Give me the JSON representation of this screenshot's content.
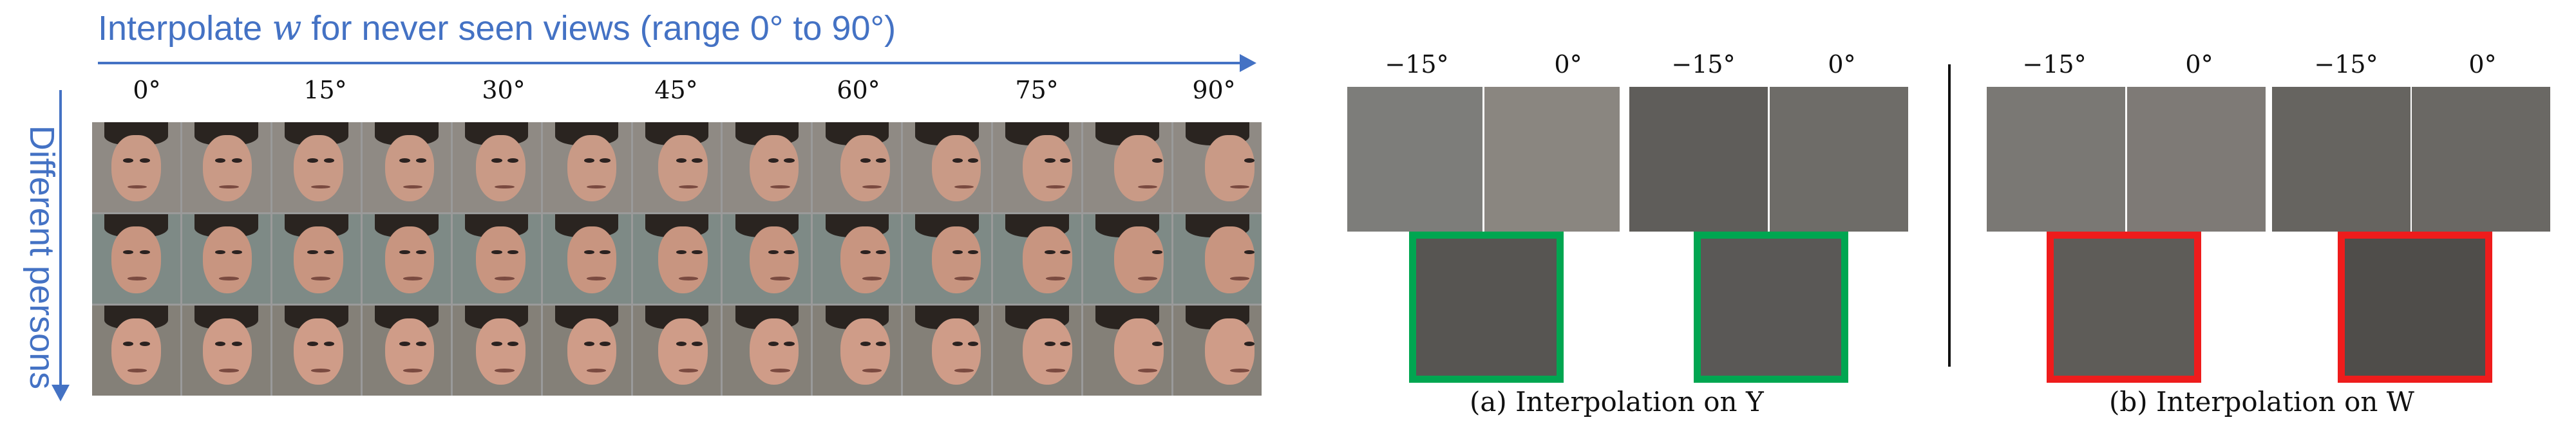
{
  "left_panel": {
    "title_prefix": "Interpolate ",
    "title_var": "w",
    "title_suffix": " for never seen views (range 0° to 90°)",
    "vertical_label": "Different persons",
    "angles": [
      "0°",
      "15°",
      "30°",
      "45°",
      "60°",
      "75°",
      "90°"
    ],
    "rows": 3,
    "columns": 13
  },
  "panel_a": {
    "angles": [
      "−15°",
      "0°",
      "−15°",
      "0°"
    ],
    "caption": "(a) Interpolation  on Y",
    "box_color": "#00a651"
  },
  "panel_b": {
    "angles": [
      "−15°",
      "0°",
      "−15°",
      "0°"
    ],
    "caption": "(b) Interpolation on W",
    "box_color": "#ee1c1c"
  },
  "colors": {
    "accent": "#4472c4"
  }
}
